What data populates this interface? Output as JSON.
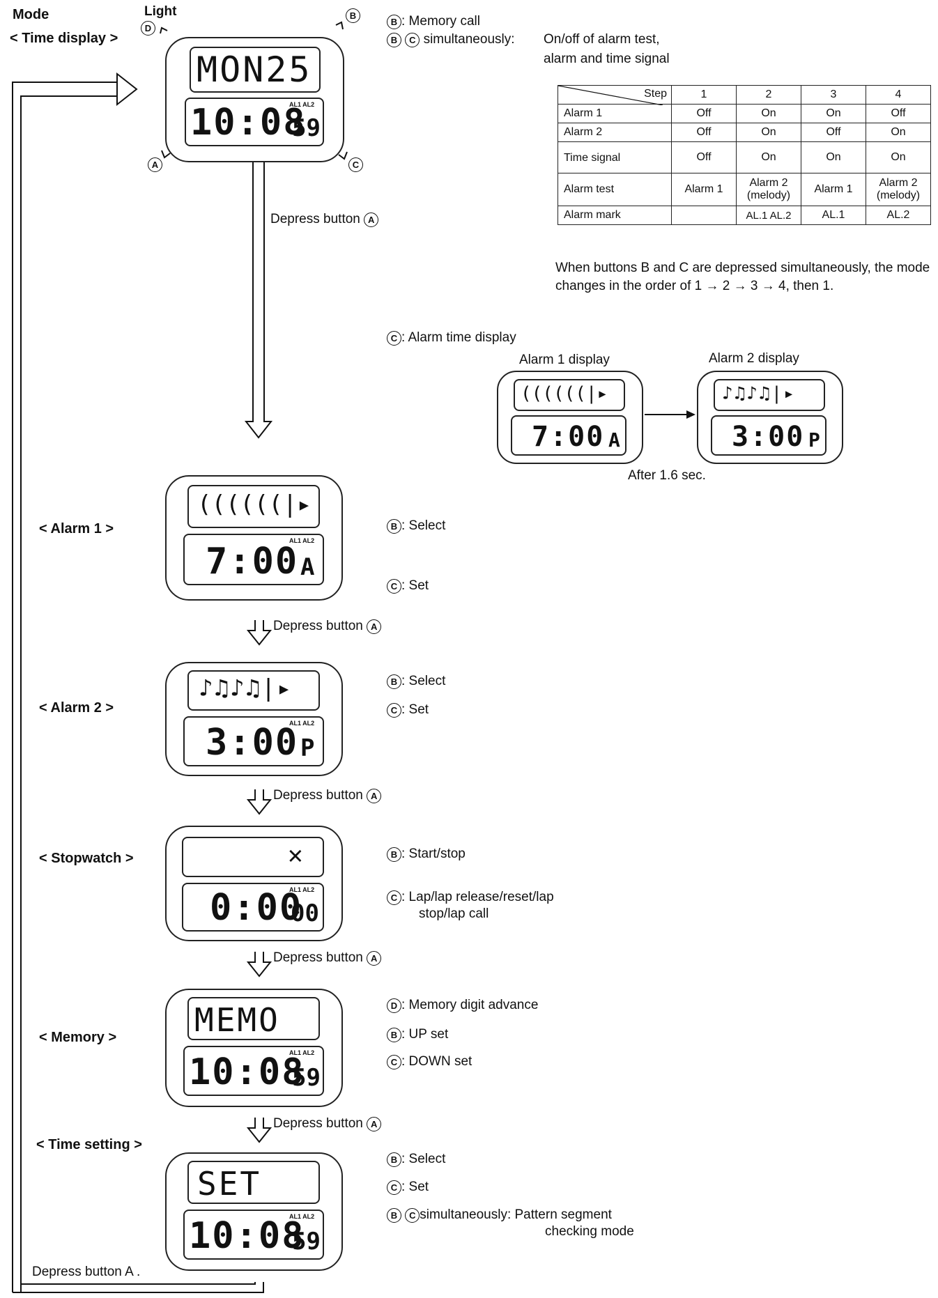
{
  "header": {
    "mode": "Mode",
    "light": "Light",
    "time_display": "< Time display >",
    "btn_a": "A",
    "btn_b": "B",
    "btn_c": "C",
    "btn_d": "D"
  },
  "time_display": {
    "top": "MON25",
    "main": "10:08",
    "sec": "59",
    "al": "AL1 AL2",
    "b_desc": ": Memory call",
    "bc_desc": "simultaneously:",
    "bc_line1": "On/off of alarm test,",
    "bc_line2": "alarm and time signal"
  },
  "table": {
    "header_label": "Step",
    "steps": [
      "1",
      "2",
      "3",
      "4"
    ],
    "rows": [
      {
        "label": "Alarm 1",
        "values": [
          "Off",
          "On",
          "On",
          "Off"
        ]
      },
      {
        "label": "Alarm 2",
        "values": [
          "Off",
          "On",
          "Off",
          "On"
        ]
      },
      {
        "label": "Time signal",
        "values": [
          "Off",
          "On",
          "On",
          "On"
        ]
      },
      {
        "label": "Alarm test",
        "values": [
          "Alarm 1",
          "Alarm 2 (melody)",
          "Alarm 1",
          "Alarm 2 (melody)"
        ]
      },
      {
        "label": "Alarm mark",
        "values": [
          "",
          "AL.1  AL.2",
          "AL.1",
          "AL.2"
        ]
      }
    ]
  },
  "note": "When buttons B and C are depressed simultaneously, the mode changes in the order of 1 → 2 → 3 → 4, then 1.",
  "alarm_display": {
    "c_desc": ": Alarm time display",
    "alarm1_title": "Alarm 1 display",
    "alarm2_title": "Alarm 2 display",
    "alarm1_time": "7:00",
    "alarm1_ap": "A",
    "alarm1_pattern": "((((((|▸",
    "alarm2_time": "3:00",
    "alarm2_ap": "P",
    "alarm2_pattern": "♪♫♪♫|▸",
    "after": "After 1.6 sec."
  },
  "depress_a": "Depress button",
  "depress_long": "Depress button  A .",
  "alarm1": {
    "label": "< Alarm 1 >",
    "top": "((((((|▸",
    "main": "7:00",
    "ap": "A",
    "al": "AL1 AL2",
    "b_desc": ": Select",
    "c_desc": ": Set"
  },
  "alarm2": {
    "label": "< Alarm 2 >",
    "top": "♪♫♪♫|▸",
    "main": "3:00",
    "ap": "P",
    "al": "AL1 AL2",
    "b_desc": ": Select",
    "c_desc": ": Set"
  },
  "stopwatch": {
    "label": "< Stopwatch >",
    "top": "✕",
    "main": "0:00",
    "sec": "00",
    "al": "AL1 AL2",
    "b_desc": ": Start/stop",
    "c_desc1": ": Lap/lap release/reset/lap",
    "c_desc2": "stop/lap call"
  },
  "memory": {
    "label": "< Memory >",
    "top": "MEMO",
    "main": "10:08",
    "sec": "59",
    "al": "AL1 AL2",
    "d_desc": ": Memory digit advance",
    "b_desc": ": UP set",
    "c_desc": ": DOWN set"
  },
  "time_setting": {
    "label": "< Time setting >",
    "top": "SET",
    "main": "10:08",
    "sec": "59",
    "al": "AL1 AL2",
    "b_desc": ": Select",
    "c_desc": ": Set",
    "bc_desc": "simultaneously: Pattern segment",
    "bc_desc2": "checking mode"
  }
}
